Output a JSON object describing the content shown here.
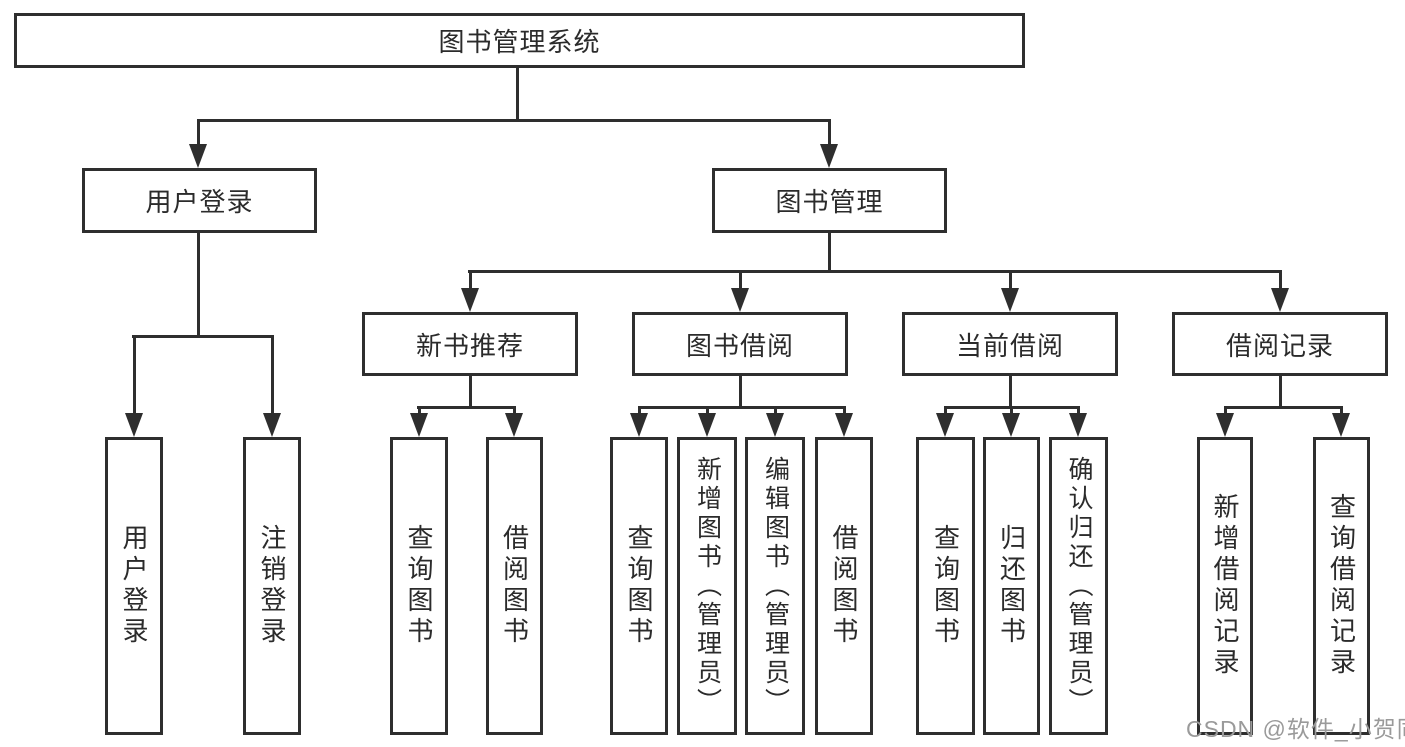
{
  "diagram": {
    "type": "hierarchy-tree",
    "title": "图书管理系统"
  },
  "nodes": {
    "root": "图书管理系统",
    "user_login": "用户登录",
    "book_management": "图书管理",
    "new_book_recommend": "新书推荐",
    "book_borrow": "图书借阅",
    "current_borrow": "当前借阅",
    "borrow_record": "借阅记录",
    "leaf_user_login": "用户登录",
    "leaf_logout": "注销登录",
    "leaf_rec_query_book": "查询图书",
    "leaf_rec_borrow_book": "借阅图书",
    "leaf_bb_query_book": "查询图书",
    "leaf_bb_add_book": "新增图书（管理员）",
    "leaf_bb_edit_book": "编辑图书（管理员）",
    "leaf_bb_borrow_book": "借阅图书",
    "leaf_cb_query_book": "查询图书",
    "leaf_cb_return_book": "归还图书",
    "leaf_cb_confirm_return": "确认归还（管理员）",
    "leaf_br_add_record": "新增借阅记录",
    "leaf_br_query_record": "查询借阅记录"
  },
  "watermark": "CSDN @软件_小贺同学",
  "colors": {
    "line": "#2e2e2e",
    "box_border": "#2e2e2e",
    "box_background": "#ffffff",
    "page_background": "#ffffff",
    "text": "#2b2b2b",
    "watermark": "#9a9a9a"
  }
}
